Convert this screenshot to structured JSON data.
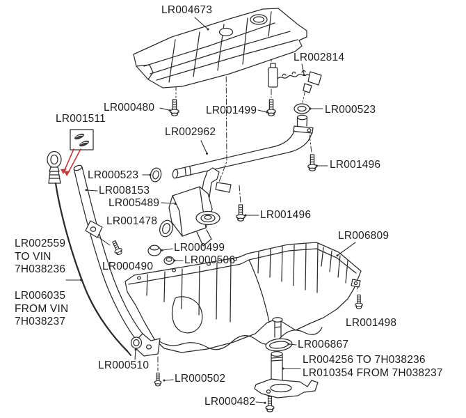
{
  "diagram": {
    "title": "Engine oil sump, dipstick and oil pick-up exploded parts diagram",
    "colors": {
      "background": "#ffffff",
      "line": "#2b2b2b",
      "text": "#1d1d1d",
      "highlight_red": "#c23b3b"
    },
    "labels": [
      {
        "part": "LR004673",
        "text": "LR004673"
      },
      {
        "part": "LR002814",
        "text": "LR002814"
      },
      {
        "part": "LR000480",
        "text": "LR000480"
      },
      {
        "part": "LR001499",
        "text": "LR001499"
      },
      {
        "part": "LR000523",
        "text": "LR000523"
      },
      {
        "part": "LR001511",
        "text": "LR001511"
      },
      {
        "part": "LR002962",
        "text": "LR002962"
      },
      {
        "part": "LR000523",
        "text": "LR000523"
      },
      {
        "part": "LR001496",
        "text": "LR001496"
      },
      {
        "part": "LR008153",
        "text": "LR008153"
      },
      {
        "part": "LR005489",
        "text": "LR005489"
      },
      {
        "part": "LR001478",
        "text": "LR001478"
      },
      {
        "part": "LR001496",
        "text": "LR001496"
      },
      {
        "part": "LR002559",
        "text": "LR002559\nTO VIN\n7H038236"
      },
      {
        "part": "LR000499",
        "text": "LR000499"
      },
      {
        "part": "LR000506",
        "text": "LR000506"
      },
      {
        "part": "LR000490",
        "text": "LR000490"
      },
      {
        "part": "LR006809",
        "text": "LR006809"
      },
      {
        "part": "LR006035",
        "text": "LR006035\nFROM VIN\n7H038237"
      },
      {
        "part": "LR001498",
        "text": "LR001498"
      },
      {
        "part": "LR006867",
        "text": "LR006867"
      },
      {
        "part": "LR004256",
        "text": "LR004256 TO 7H038236"
      },
      {
        "part": "LR010354",
        "text": "LR010354 FROM 7H038237"
      },
      {
        "part": "LR000510",
        "text": "LR000510"
      },
      {
        "part": "LR000502",
        "text": "LR000502"
      },
      {
        "part": "LR000482",
        "text": "LR000482"
      }
    ]
  }
}
